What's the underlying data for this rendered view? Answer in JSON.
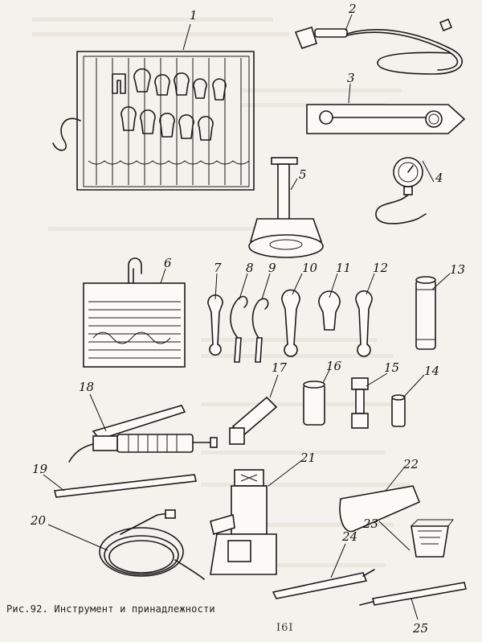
{
  "caption": "Рис.92. Инструмент и принадлежности",
  "page_number": "I6I",
  "item_labels": [
    "1",
    "2",
    "3",
    "4",
    "5",
    "6",
    "7",
    "8",
    "9",
    "10",
    "11",
    "12",
    "13",
    "14",
    "15",
    "16",
    "17",
    "18",
    "19",
    "20",
    "21",
    "22",
    "23",
    "24",
    "25"
  ],
  "colors": {
    "paper": "#f4f2ec",
    "ink": "#1a1a1a"
  }
}
